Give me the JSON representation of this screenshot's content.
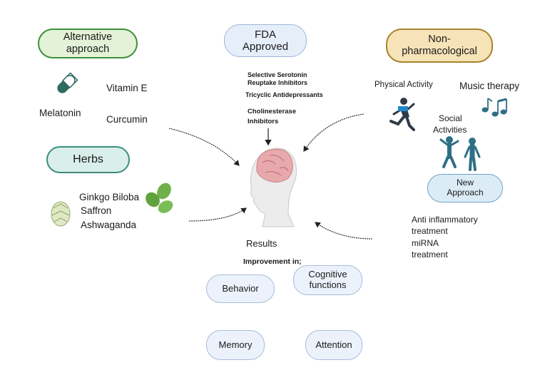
{
  "boxes": {
    "alternative": "Alternative approach",
    "fda": "FDA Approved",
    "nonpharm": "Non-pharmacological",
    "herbs": "Herbs",
    "new_approach": "New Approach"
  },
  "alternative_items": {
    "vitamin_e": "Vitamin E",
    "melatonin": "Melatonin",
    "curcumin": "Curcumin"
  },
  "herb_items": {
    "ginkgo": "Ginkgo Biloba",
    "saffron": "Saffron",
    "ashwaganda": "Ashwaganda"
  },
  "fda_items": {
    "ssri_line1": "Selective Serotonin",
    "ssri_line2": "Reuptake Inhibitors",
    "tca": "Tricyclic Antidepressants",
    "che_line1": "Cholinesterase",
    "che_line2": "Inhibitors"
  },
  "nonpharm_items": {
    "physical": "Physical Activity",
    "music": "Music therapy",
    "social_line1": "Social",
    "social_line2": "Activities"
  },
  "new_approach_items": {
    "anti_line1": "Anti inflammatory",
    "anti_line2": "treatment",
    "mirna_line1": "miRNA",
    "mirna_line2": "treatment"
  },
  "results": {
    "title": "Results",
    "subtitle": "Improvement in;",
    "behavior": "Behavior",
    "cognitive_line1": "Cognitive",
    "cognitive_line2": "functions",
    "memory": "Memory",
    "attention": "Attention"
  },
  "colors": {
    "brain": "#e8a9ad",
    "head": "#eeeeee",
    "icon_teal": "#2f6f86"
  }
}
